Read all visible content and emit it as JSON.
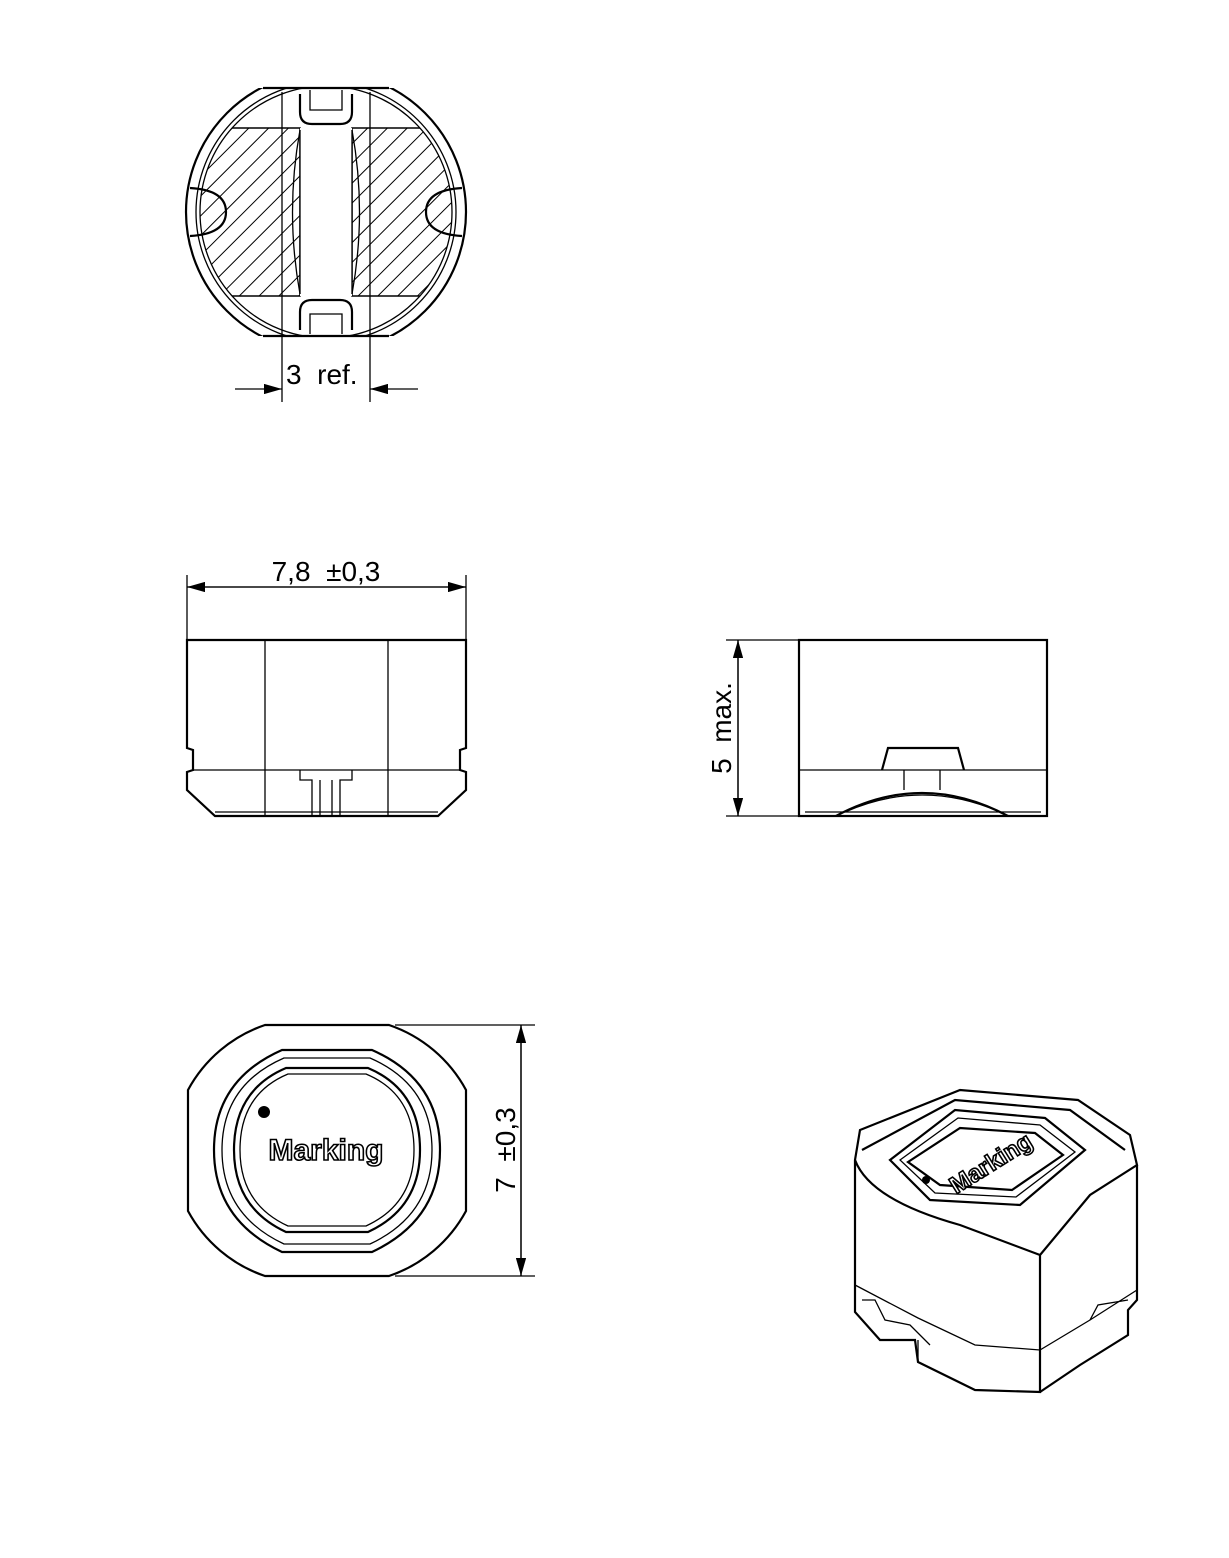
{
  "title": "SMD power inductor dimension drawing",
  "dimensions": {
    "terminal_gap": "3  ref.",
    "length": "7,8  ±0,3",
    "height": "5  max.",
    "width": "7  ±0,3"
  },
  "marking_label": "Marking",
  "colors": {
    "line": "#000000",
    "background": "#ffffff"
  }
}
